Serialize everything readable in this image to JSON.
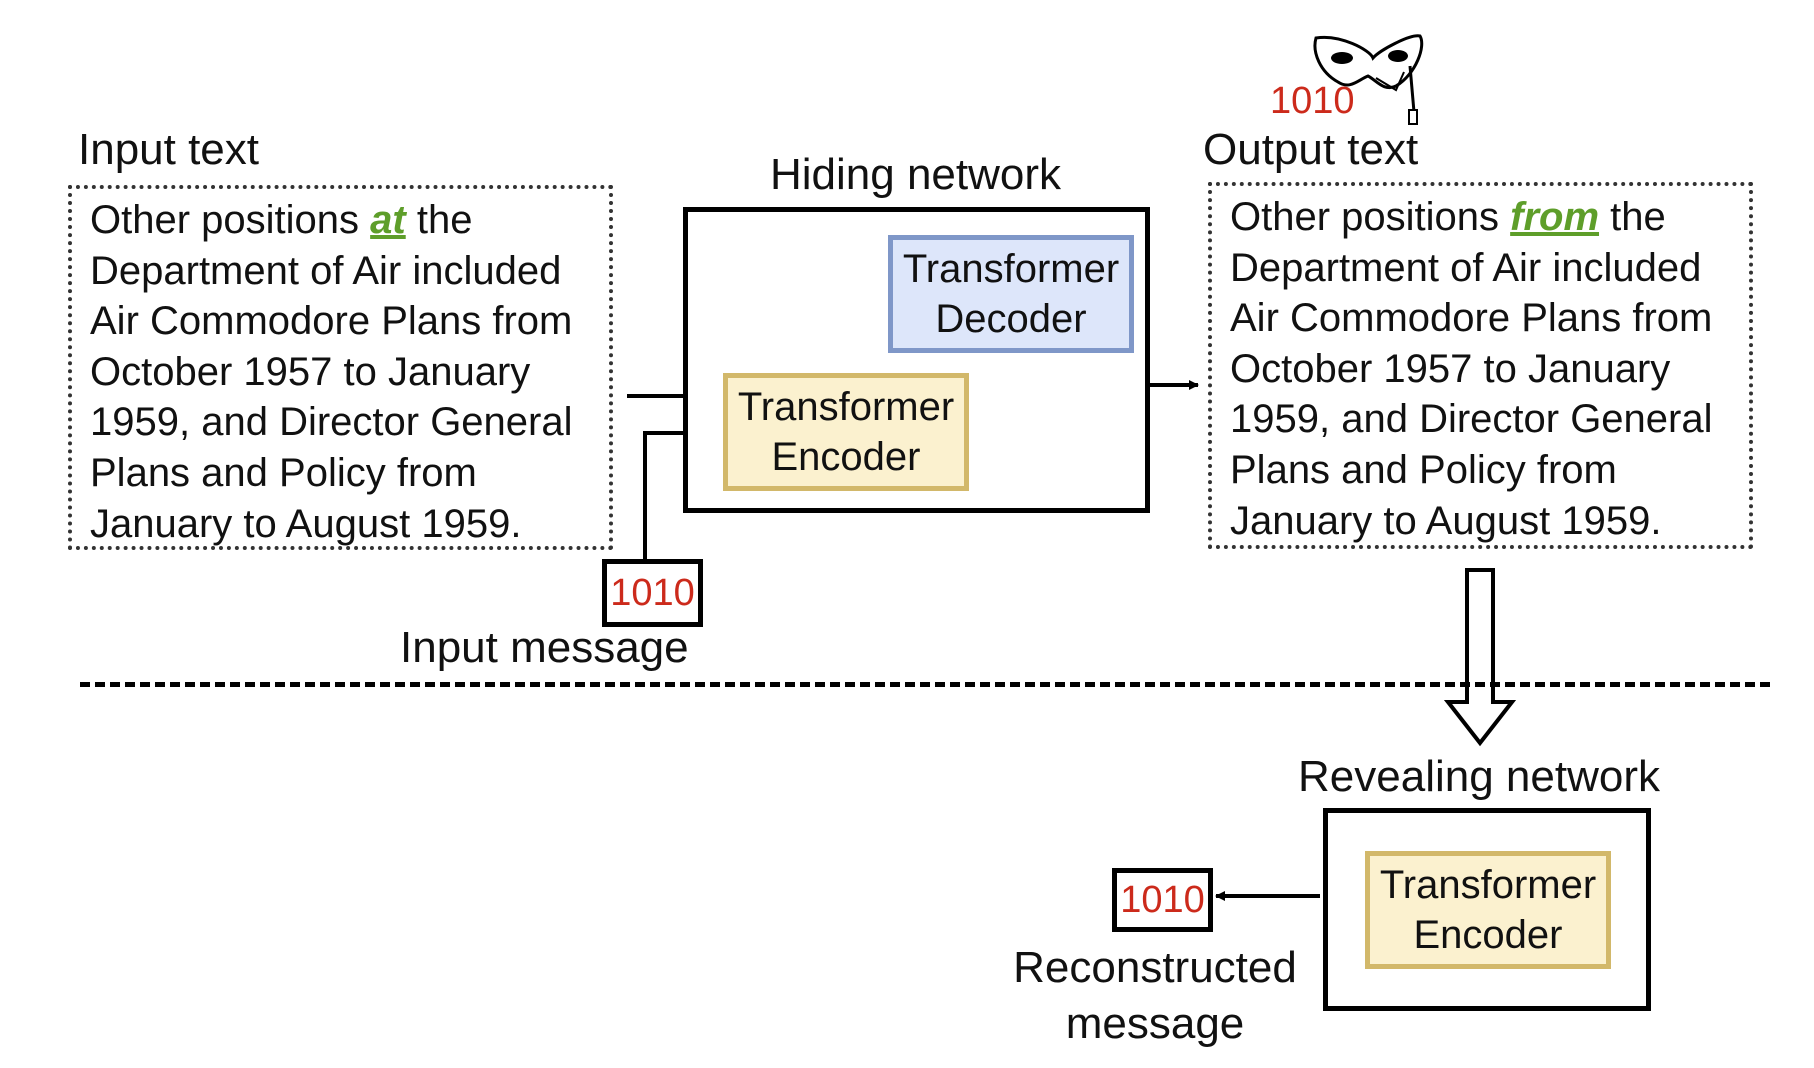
{
  "colors": {
    "message": "#cc2a1b",
    "highlight": "#5e9e2a",
    "encoder_fill": "#fbf1cf",
    "encoder_border": "#d2b86a",
    "decoder_fill": "#dde6fa",
    "decoder_border": "#7f97c8"
  },
  "input_text": {
    "title": "Input text",
    "highlight_word": "at",
    "lines": [
      "Department of Air included",
      "Air Commodore Plans from",
      "October 1957 to January",
      "1959, and Director General",
      "Plans and Policy from",
      "January to August 1959."
    ],
    "first_line_before": "Other positions ",
    "first_line_after": " the"
  },
  "hiding_network": {
    "title": "Hiding network",
    "encoder": [
      "Transformer",
      "Encoder"
    ],
    "decoder": [
      "Transformer",
      "Decoder"
    ]
  },
  "input_message": {
    "value": "1010",
    "label": "Input message"
  },
  "output_text": {
    "title": "Output text",
    "hidden_message": "1010",
    "mask_icon": "masquerade-mask-icon",
    "highlight_word": "from",
    "lines": [
      "Department of Air included",
      "Air Commodore Plans from",
      "October 1957 to January",
      "1959, and Director General",
      "Plans and Policy from",
      "January to August 1959."
    ],
    "first_line_before": "Other positions ",
    "first_line_after": " the"
  },
  "revealing_network": {
    "title": "Revealing network",
    "encoder": [
      "Transformer",
      "Encoder"
    ]
  },
  "reconstructed_message": {
    "value": "1010",
    "label_lines": [
      "Reconstructed",
      "message"
    ]
  }
}
